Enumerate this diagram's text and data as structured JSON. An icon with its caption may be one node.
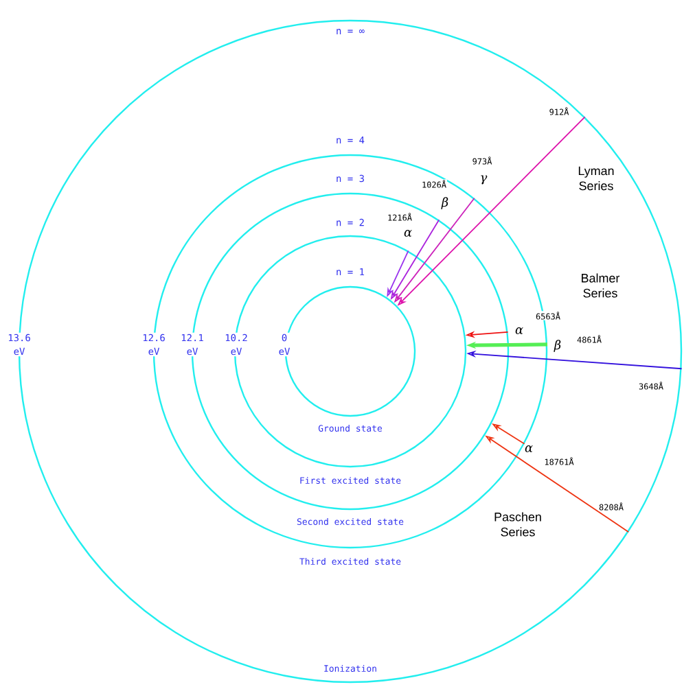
{
  "diagram": {
    "nodes": [
      {
        "text": [
          "n = ∞",
          "13.6 eV",
          "Ionization"
        ]
      },
      {
        "text": [
          "n = 4",
          "12.6 eV",
          "Third excited state"
        ],
        "in": 0
      },
      {
        "text": [
          "n = 3",
          "12.1 eV",
          "Second excited state"
        ],
        "in": 1
      },
      {
        "text": [
          "n = 2",
          "10.2 eV",
          "First excited state"
        ],
        "in": 2
      },
      {
        "text": [
          "n = 1",
          "0 eV",
          "Ground state"
        ],
        "in": 3
      }
    ],
    "edges": [
      {
        "from": 3,
        "to": 4,
        "arrow": "to",
        "label": "α",
        "color": "#9933ee"
      },
      {
        "from": 2,
        "to": 4,
        "arrow": "to",
        "label": "β",
        "color": "#aa22dd"
      },
      {
        "from": 1,
        "to": 4,
        "arrow": "to",
        "label": "γ",
        "color": "#cc22bb"
      },
      {
        "from": 0,
        "to": 4,
        "arrow": "to",
        "color": "#dd11aa"
      },
      {
        "from": 2,
        "to": 3,
        "arrow": "to",
        "label": "α",
        "color": "#ee1111"
      },
      {
        "from": 1,
        "to": 3,
        "arrow": "to",
        "label": "β",
        "color": "#55ee55",
        "style": "thick"
      },
      {
        "from": 0,
        "to": 3,
        "arrow": "to",
        "color": "#3311dd"
      },
      {
        "from": 1,
        "to": 2,
        "arrow": "to",
        "label": "α",
        "color": "#ee3311"
      },
      {
        "from": 0,
        "to": 2,
        "arrow": "to",
        "color": "#ee3311"
      }
    ],
    "labels": [
      "912Å",
      "973Å",
      "1026Å",
      "Lyman Series",
      "1216Å",
      "Balmer Series",
      "6563Å",
      "4861Å",
      "3648Å",
      "18761Å",
      "Paschen Series",
      "8208Å"
    ]
  }
}
